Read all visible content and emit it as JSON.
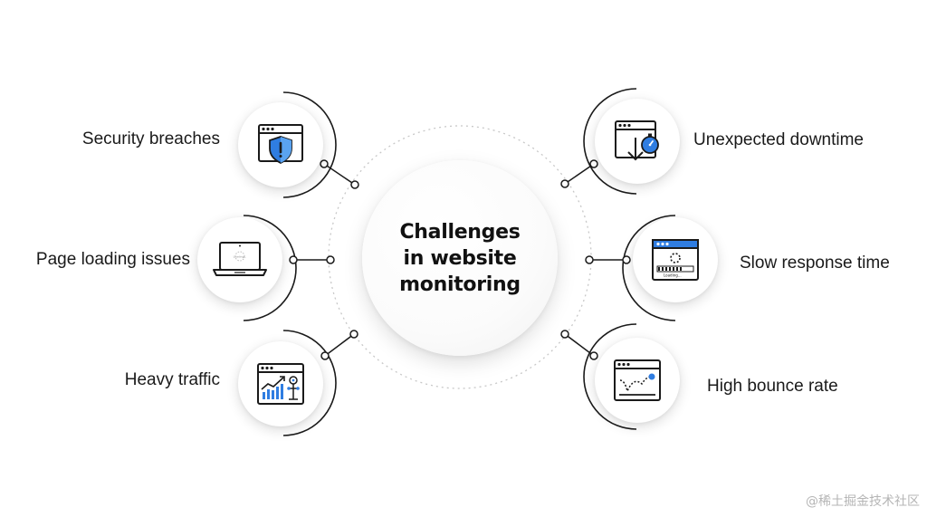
{
  "center": {
    "title_line1": "Challenges",
    "title_line2": "in website",
    "title_line3": "monitoring"
  },
  "challenges": [
    {
      "label": "Security breaches",
      "icon": "shield-alert-icon"
    },
    {
      "label": "Page loading issues",
      "icon": "laptop-loading-icon"
    },
    {
      "label": "Heavy traffic",
      "icon": "traffic-chart-icon"
    },
    {
      "label": "Unexpected downtime",
      "icon": "stopwatch-download-icon"
    },
    {
      "label": "Slow response time",
      "icon": "loading-window-icon"
    },
    {
      "label": "High bounce rate",
      "icon": "bounce-window-icon"
    }
  ],
  "window_loading_text": "Loading...",
  "laptop_loading_text": "Loading...",
  "watermark": "@稀土掘金技术社区",
  "colors": {
    "accent_blue": "#2f7de1",
    "light_blue": "#5aa3f0",
    "outline": "#1a1a1a",
    "ring": "#1a1a1a",
    "dotted_ring": "#c8c8c8"
  }
}
